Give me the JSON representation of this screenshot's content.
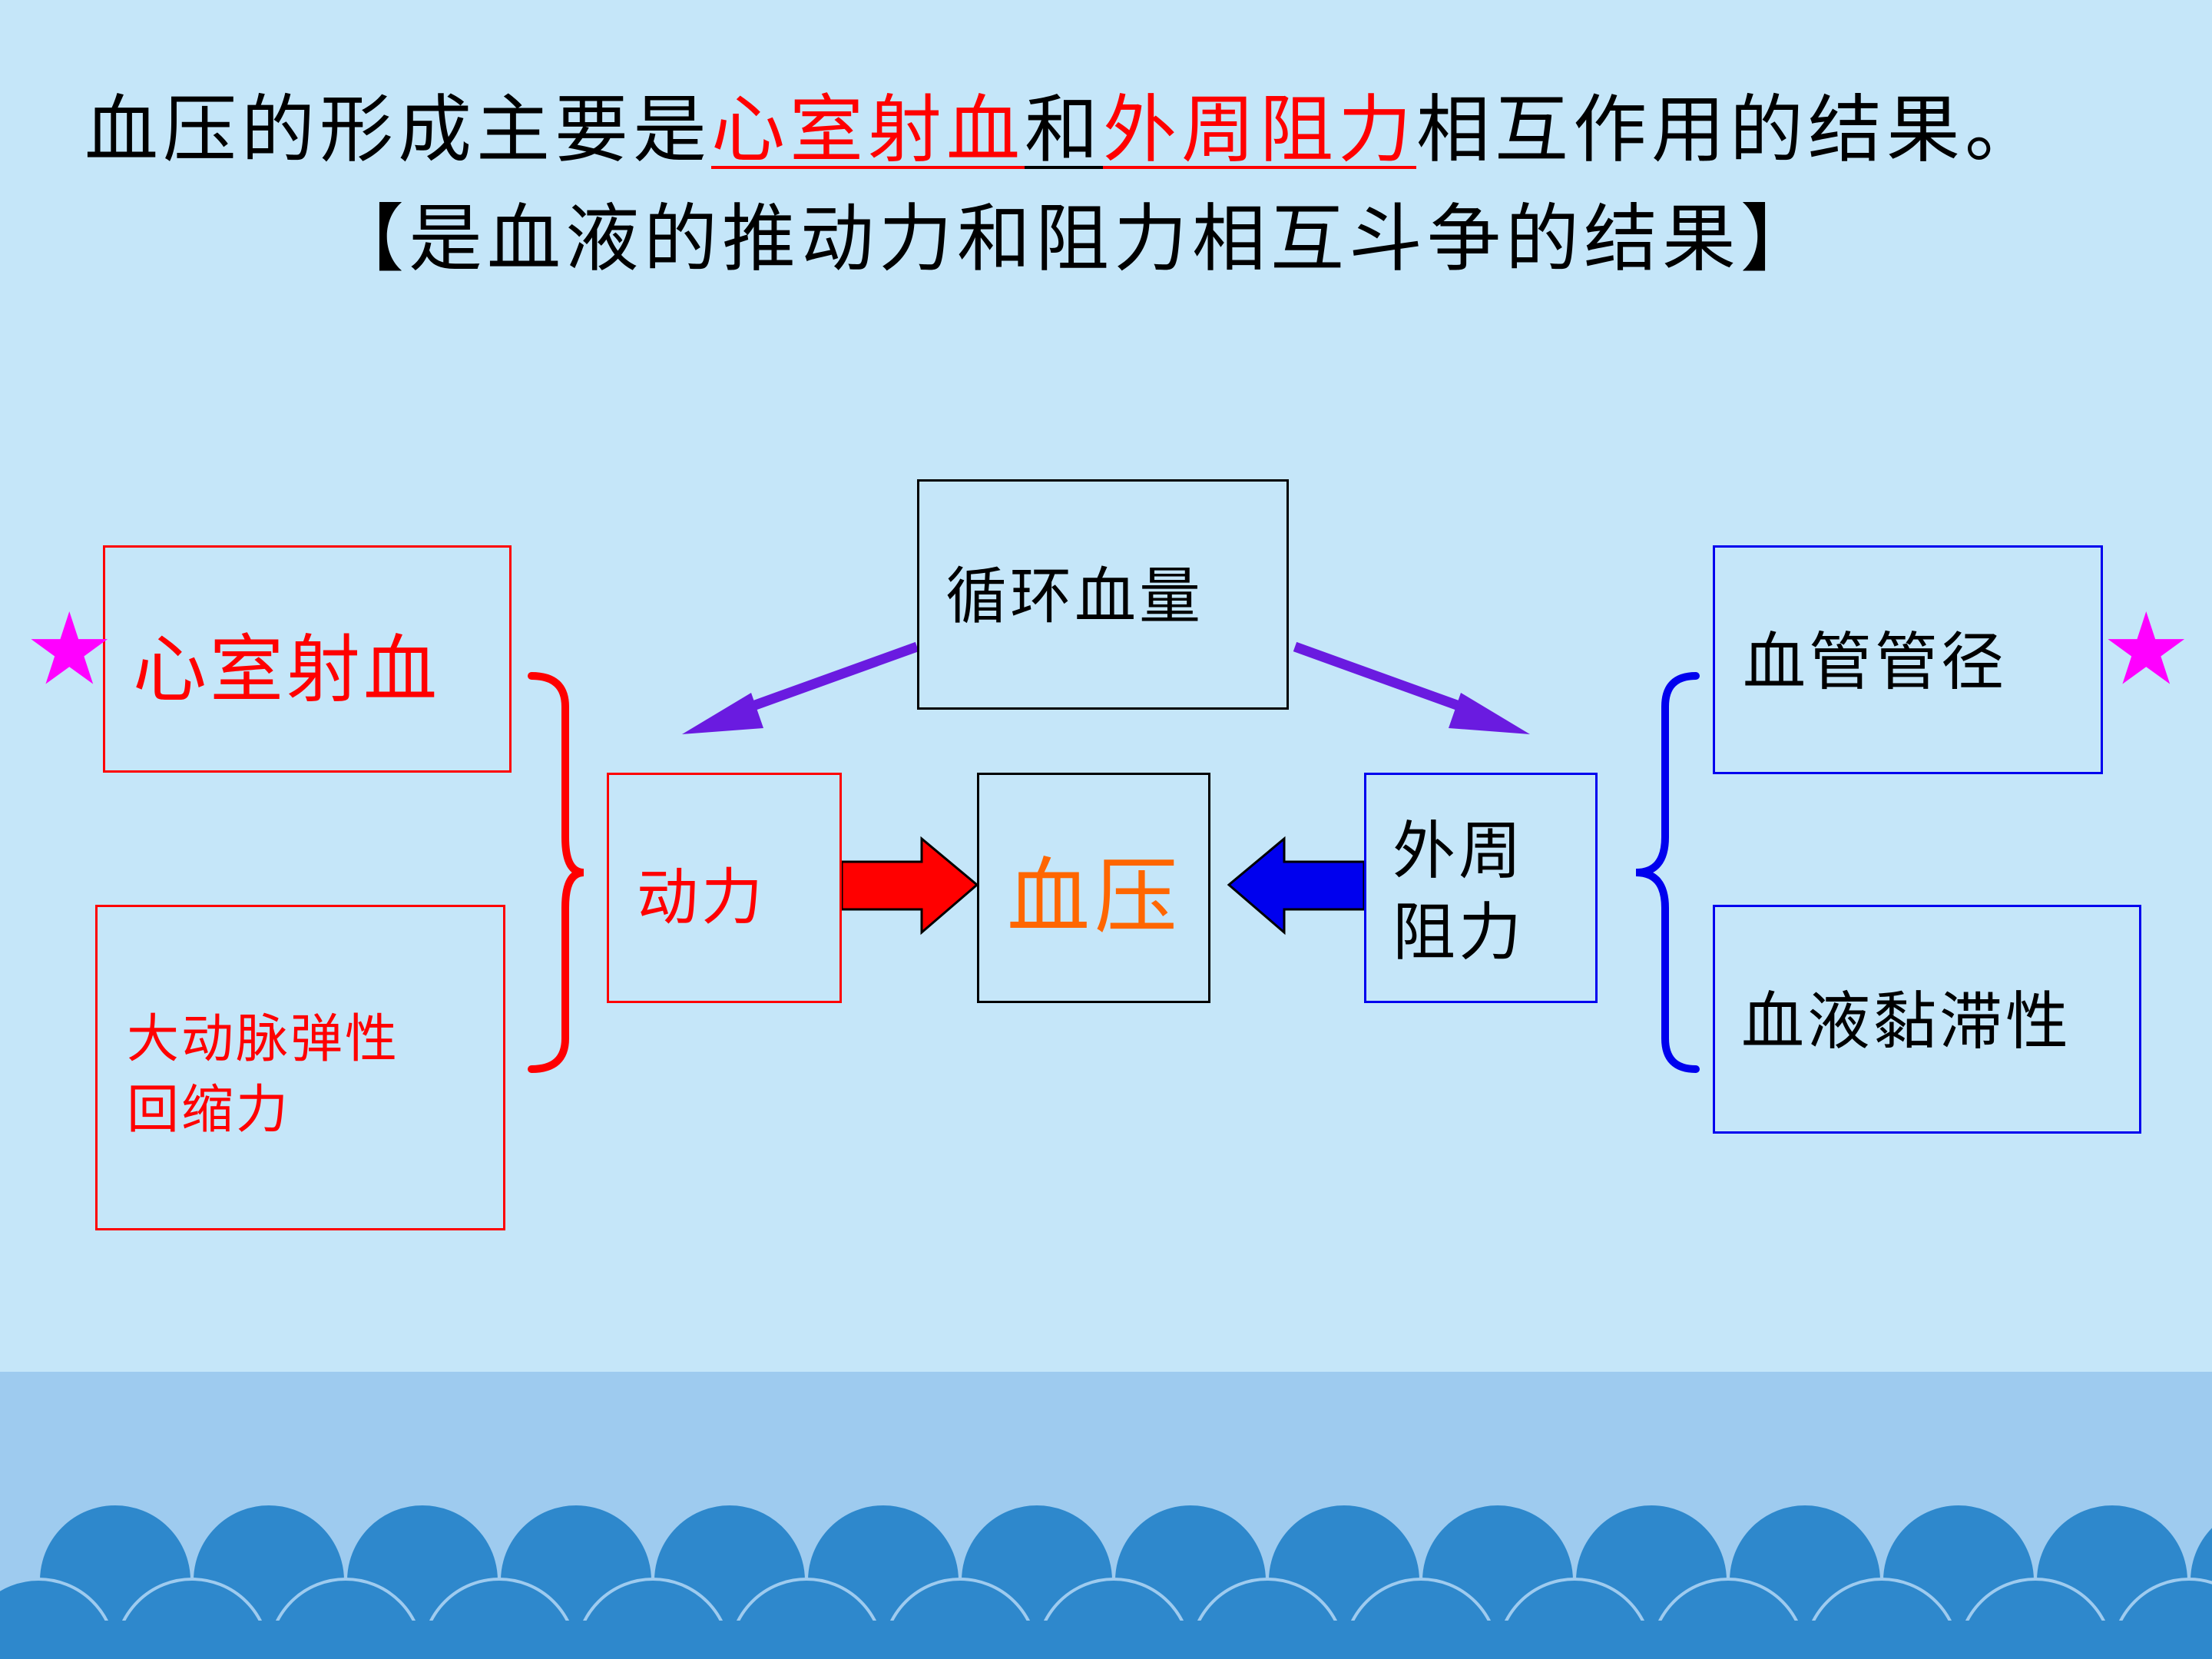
{
  "heading": {
    "line1_before": "血压的形成主要是",
    "line1_term1": "心室射血",
    "line1_and": "和",
    "line1_term2": "外周阻力",
    "line1_after": "相互作用的结果。",
    "line2": "【是血液的推动力和阻力相互斗争的结果】"
  },
  "diagram": {
    "left_top": "心室射血",
    "left_bottom_line1": "大动脉弹性",
    "left_bottom_line2": "回缩力",
    "driving_force": "动力",
    "center": "血压",
    "circulating_volume": "循环血量",
    "peripheral_line1": "外周",
    "peripheral_line2": "阻力",
    "right_top": "血管管径",
    "right_bottom": "血液黏滞性",
    "star_icon": "★"
  },
  "colors": {
    "background": "#c5e6f9",
    "red": "#ff0000",
    "blue": "#0000ee",
    "orange": "#ff6600",
    "purple": "#6a1be0",
    "magenta": "#ff00ff",
    "wave_dark": "#2e88cc",
    "wave_band": "#9ecbef"
  }
}
